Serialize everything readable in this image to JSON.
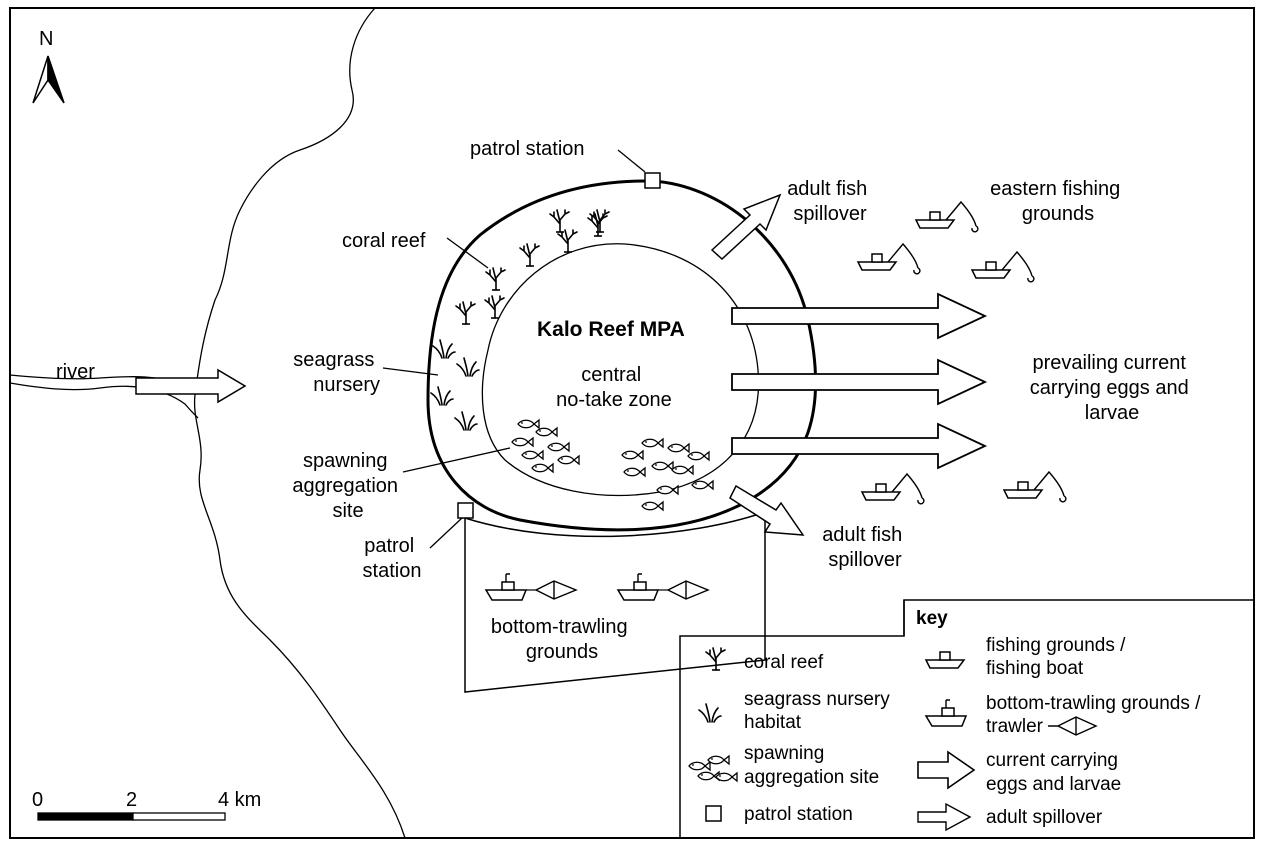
{
  "north": "N",
  "map_title": "Kalo Reef MPA",
  "labels": {
    "river": "river",
    "coral_reef": "coral reef",
    "seagrass": [
      "seagrass",
      "nursery"
    ],
    "spawning": [
      "spawning",
      "aggregation",
      "site"
    ],
    "patrol_top": "patrol station",
    "patrol_bottom": [
      "patrol",
      "station"
    ],
    "no_take": [
      "central",
      "no-take zone"
    ],
    "spill_top": [
      "adult fish",
      "spillover"
    ],
    "spill_bottom": [
      "adult fish",
      "spillover"
    ],
    "eastern": [
      "eastern fishing",
      "grounds"
    ],
    "current": [
      "prevailing current",
      "carrying eggs and",
      "larvae"
    ],
    "trawl": [
      "bottom-trawling",
      "grounds"
    ]
  },
  "scale": {
    "ticks": [
      "0",
      "2",
      "4 km"
    ]
  },
  "key": {
    "title": "key",
    "coral": "coral reef",
    "seagrass": [
      "seagrass nursery",
      "habitat"
    ],
    "spawning": [
      "spawning",
      "aggregation site"
    ],
    "patrol": "patrol station",
    "fishing": [
      "fishing grounds /",
      "fishing boat"
    ],
    "trawl": [
      "bottom-trawling grounds /",
      "trawler"
    ],
    "current": [
      "current carrying",
      "eggs and larvae"
    ],
    "spill": "adult spillover"
  }
}
